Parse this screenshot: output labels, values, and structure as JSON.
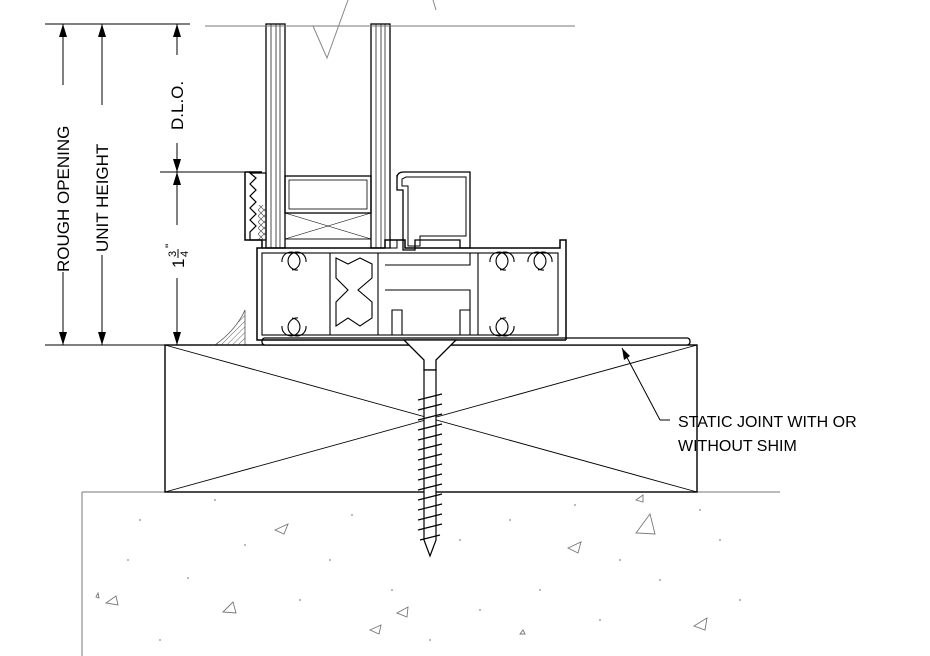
{
  "dimensions": {
    "rough_opening": "ROUGH OPENING",
    "unit_height": "UNIT HEIGHT",
    "dlo": "D.L.O.",
    "sill_height_whole": "1",
    "sill_height_num": "3",
    "sill_height_den": "4"
  },
  "callout": {
    "line1": "STATIC JOINT WITH OR",
    "line2": "WITHOUT SHIM"
  }
}
